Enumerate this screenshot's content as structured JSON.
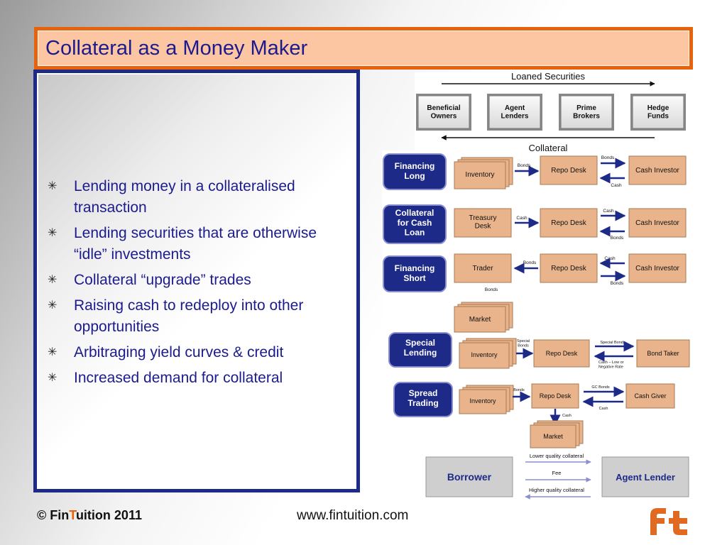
{
  "title": "Collateral as a Money Maker",
  "bullets": [
    "Lending money in a collateralised transaction",
    "Lending securities that are otherwise “idle” investments",
    "Collateral “upgrade” trades",
    "Raising cash to redeploy into other opportunities",
    "Arbitraging yield curves & credit",
    "Increased demand for collateral"
  ],
  "bullet_icon": "asterisk-icon",
  "diagram": {
    "top_arrow_label": "Loaned Securities",
    "bottom_arrow_label": "Collateral",
    "participants": [
      "Beneficial\nOwners",
      "Agent\nLenders",
      "Prime\nBrokers",
      "Hedge\nFunds"
    ],
    "financing_long": {
      "label": "Financing\nLong",
      "left": "Inventory",
      "middle": "Repo Desk",
      "right": "Cash Investor",
      "arrow_left": "Bonds",
      "arrow_top": "Bonds",
      "arrow_bottom": "Cash"
    },
    "collateral_cash_loan": {
      "label": "Collateral\nfor Cash\nLoan",
      "left": "Treasury\nDesk",
      "middle": "Repo Desk",
      "right": "Cash Investor",
      "arrow_left": "Cash",
      "arrow_top": "Cash",
      "arrow_bottom": "Bonds"
    },
    "financing_short": {
      "label": "Financing\nShort",
      "left": "Trader",
      "middle": "Repo Desk",
      "right": "Cash Investor",
      "arrow_left": "Bonds",
      "arrow_top": "Cash",
      "arrow_bottom": "Bonds",
      "below_label": "Bonds",
      "market": "Market"
    },
    "special_lending": {
      "label": "Special\nLending",
      "left": "Inventory",
      "middle": "Repo Desk",
      "right": "Bond Taker",
      "arrow_left": "Special\nBonds",
      "arrow_top": "Special Bonds",
      "arrow_bottom": "Cash – Low or\nNegative Rate"
    },
    "spread_trading": {
      "label": "Spread\nTrading",
      "left": "Inventory",
      "middle": "Repo Desk",
      "right": "Cash Giver",
      "arrow_left": "Bonds",
      "arrow_top": "GC Bonds",
      "arrow_bottom": "Cash",
      "down_label": "Cash",
      "market": "Market"
    },
    "legend": {
      "borrower": "Borrower",
      "agent_lender": "Agent Lender",
      "line1": "Lower quality collateral",
      "line2": "Fee",
      "line3": "Higher quality collateral"
    }
  },
  "footer": {
    "copyright": "© ",
    "brand_a": "Fin",
    "brand_b": "T",
    "brand_c": "uition 2011",
    "url": "www.fintuition.com",
    "logo_icon": "fintuition-logo-icon"
  },
  "colors": {
    "title_text": "#1b1b8f",
    "title_border": "#e8620c",
    "title_bg": "#fcc6a2",
    "panel_border": "#1e2a87",
    "pill": "#1e2a87",
    "box": "#e9b48b",
    "arrow": "#1e2a87"
  }
}
